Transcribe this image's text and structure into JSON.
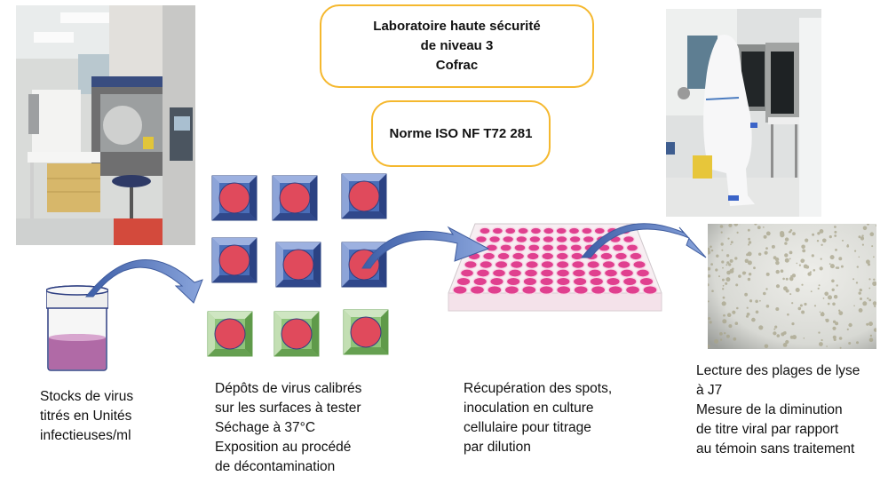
{
  "header": {
    "lab_box": {
      "lines": [
        "Laboratoire haute sécurité",
        "de niveau 3",
        "Cofrac"
      ]
    },
    "norm_box": {
      "label": "Norme ISO NF T72 281"
    }
  },
  "steps": [
    {
      "id": "stock",
      "icon": "virus-stock-jar-icon",
      "lines": [
        "Stocks de virus",
        "titrés en Unités",
        "infectieuses/ml"
      ]
    },
    {
      "id": "deposit",
      "icon": "test-surface-tiles",
      "lines": [
        "Dépôts de virus calibrés",
        "sur les surfaces à tester",
        "Séchage à 37°C",
        "Exposition au procédé",
        "de décontamination"
      ]
    },
    {
      "id": "recovery",
      "icon": "microplate-96-wells-icon",
      "lines": [
        "Récupération des spots,",
        "inoculation en culture",
        "cellulaire pour titrage",
        "par dilution"
      ]
    },
    {
      "id": "reading",
      "icon": "cell-culture-micrograph",
      "lines": [
        "Lecture des plages de lyse",
        "à J7",
        "Mesure de la diminution",
        "de titre viral par rapport",
        "au témoin sans traitement"
      ]
    }
  ],
  "photos": {
    "lab_left": "biosafety-cabinet-lab-photo",
    "lab_right": "operator-in-protective-suit-incubator-photo",
    "micrograph": "cell-lysis-plaques-micrograph"
  },
  "tiles": {
    "rows": [
      [
        "blue",
        "blue",
        "blue"
      ],
      [
        "blue",
        "blue",
        "blue"
      ],
      [
        "green",
        "green",
        "green"
      ]
    ]
  },
  "colors": {
    "box_border": "#f5b82e",
    "tile_blue": "#4a6db8",
    "tile_green": "#8fc47a",
    "spot_red": "#e04a5c",
    "arrow_blue": "#6f8fcc",
    "liquid_purple": "#b06aa6"
  }
}
